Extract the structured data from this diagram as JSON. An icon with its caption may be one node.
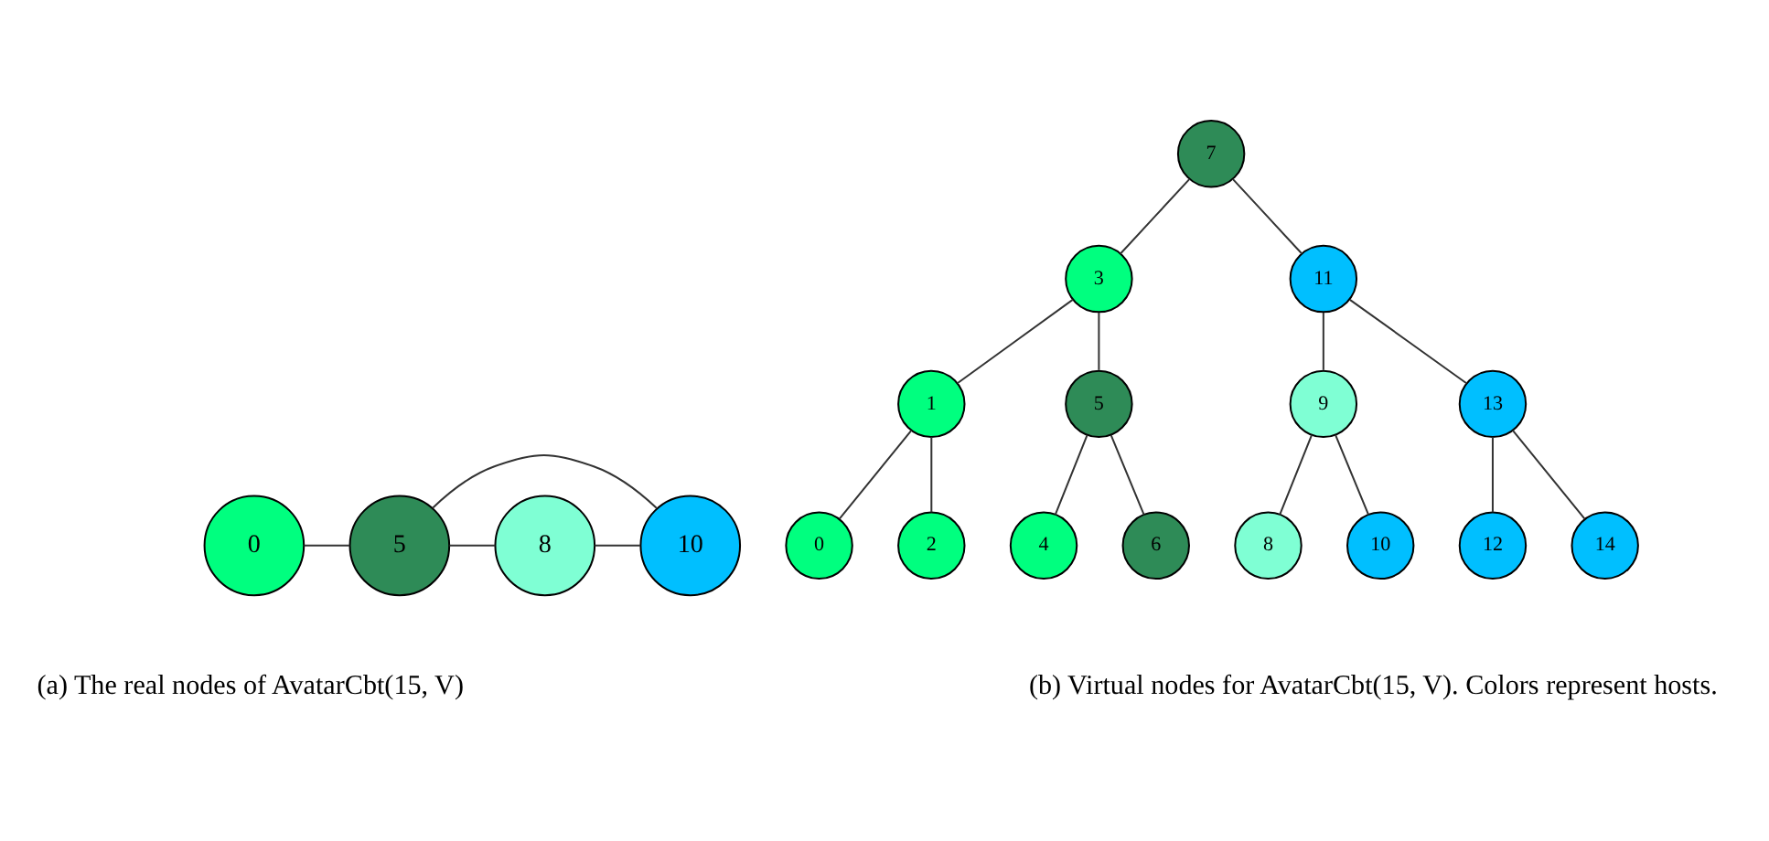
{
  "diagram": {
    "nodes": [
      {
        "text": [
          "0"
        ]
      },
      {
        "text": [
          "5"
        ]
      },
      {
        "text": [
          "8"
        ]
      },
      {
        "text": [
          "10"
        ]
      },
      {
        "text": [
          "7"
        ]
      },
      {
        "text": [
          "3"
        ]
      },
      {
        "text": [
          "11"
        ]
      },
      {
        "text": [
          "1"
        ]
      },
      {
        "text": [
          "5"
        ]
      },
      {
        "text": [
          "9"
        ]
      },
      {
        "text": [
          "13"
        ]
      },
      {
        "text": [
          "0"
        ]
      },
      {
        "text": [
          "2"
        ]
      },
      {
        "text": [
          "4"
        ]
      },
      {
        "text": [
          "6"
        ]
      },
      {
        "text": [
          "8"
        ]
      },
      {
        "text": [
          "10"
        ]
      },
      {
        "text": [
          "12"
        ]
      },
      {
        "text": [
          "14"
        ]
      }
    ],
    "edges": [
      {
        "from": 0,
        "to": 1,
        "arrow": "none"
      },
      {
        "from": 1,
        "to": 2,
        "arrow": "none"
      },
      {
        "from": 2,
        "to": 3,
        "arrow": "none"
      },
      {
        "from": 1,
        "to": 3,
        "arrow": "none"
      },
      {
        "from": 4,
        "to": 5,
        "arrow": "none"
      },
      {
        "from": 4,
        "to": 6,
        "arrow": "none"
      },
      {
        "from": 5,
        "to": 7,
        "arrow": "none"
      },
      {
        "from": 5,
        "to": 8,
        "arrow": "none"
      },
      {
        "from": 6,
        "to": 9,
        "arrow": "none"
      },
      {
        "from": 6,
        "to": 10,
        "arrow": "none"
      },
      {
        "from": 7,
        "to": 11,
        "arrow": "none"
      },
      {
        "from": 7,
        "to": 12,
        "arrow": "none"
      },
      {
        "from": 8,
        "to": 13,
        "arrow": "none"
      },
      {
        "from": 8,
        "to": 14,
        "arrow": "none"
      },
      {
        "from": 9,
        "to": 15,
        "arrow": "none"
      },
      {
        "from": 9,
        "to": 16,
        "arrow": "none"
      },
      {
        "from": 10,
        "to": 17,
        "arrow": "none"
      },
      {
        "from": 10,
        "to": 18,
        "arrow": "none"
      }
    ],
    "labels": [
      "(a) The real nodes of AvatarCbt(15, V)",
      "(b) Virtual nodes for AvatarCbt(15, V). Colors represent hosts."
    ]
  }
}
